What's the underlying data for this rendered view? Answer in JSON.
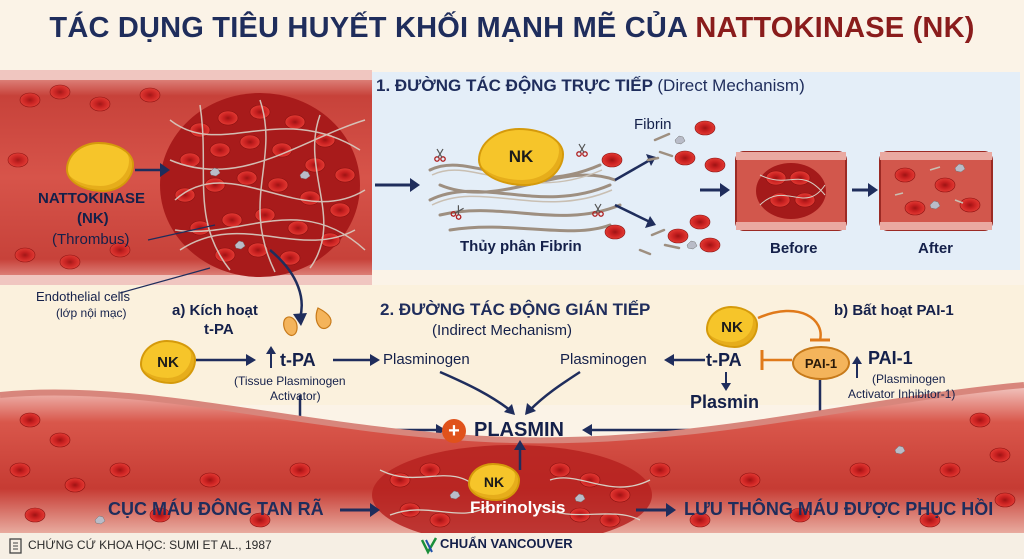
{
  "title": {
    "prefix": "TÁC DỤNG TIÊU HUYẾT KHỐI MẠNH MẼ CỦA",
    "highlight": "NATTOKINASE (NK)"
  },
  "direct": {
    "heading": "1. ĐƯỜNG TÁC ĐỘNG TRỰC TIẾP",
    "heading_sub": "(Direct Mechanism)",
    "nk": "NK",
    "fibrin": "Fibrin",
    "hydrolysis": "Thủy phân Fibrin",
    "before": "Before",
    "after": "After"
  },
  "thrombus": {
    "nk_name": "NATTOKINASE",
    "nk_abbr": "(NK)",
    "thrombus": "(Thrombus)",
    "endothelial": "Endothelial cells",
    "endothelial_vi": "(lớp nội mạc)"
  },
  "indirect": {
    "heading": "2. ĐƯỜNG TÁC ĐỘNG GIÁN TIẾP",
    "heading_sub": "(Indirect Mechanism)",
    "a_label_1": "a) Kích hoạt",
    "a_label_2": "t-PA",
    "nk": "NK",
    "tpa": "t-PA",
    "tpa_full_1": "(Tissue Plasminogen",
    "tpa_full_2": "Activator)",
    "plasminogen_left": "Plasminogen",
    "plasminogen_right": "Plasminogen",
    "b_label": "b) Bất hoạt PAI-1",
    "nk_b": "NK",
    "tpa_b": "t-PA",
    "plasmin_b": "Plasmin",
    "pai_badge": "PAI-1",
    "pai_name": "PAI-1",
    "pai_full_1": "(Plasminogen",
    "pai_full_2": "Activator Inhibitor-1)",
    "plasmin_center": "PLASMIN"
  },
  "bottom": {
    "nk": "NK",
    "fibrinolysis": "Fibrinolysis",
    "left_caption": "CỤC MÁU ĐÔNG TAN RÃ",
    "right_caption": "LƯU THÔNG MÁU ĐƯỢC PHỤC HỒI"
  },
  "footer": {
    "citation": "CHỨNG CỨ KHOA HỌC: SUMI ET AL., 1987",
    "brand": "CHUẨN VANCOUVER"
  },
  "colors": {
    "navy": "#1f2d5c",
    "accent_red": "#8a1c1c",
    "nk_yellow": "#f6c52a",
    "inhibit_orange": "#e07a1a"
  },
  "icons": [
    "scissors-icon",
    "red-blood-cell-icon",
    "platelet-icon",
    "document-icon",
    "check-logo-icon"
  ]
}
